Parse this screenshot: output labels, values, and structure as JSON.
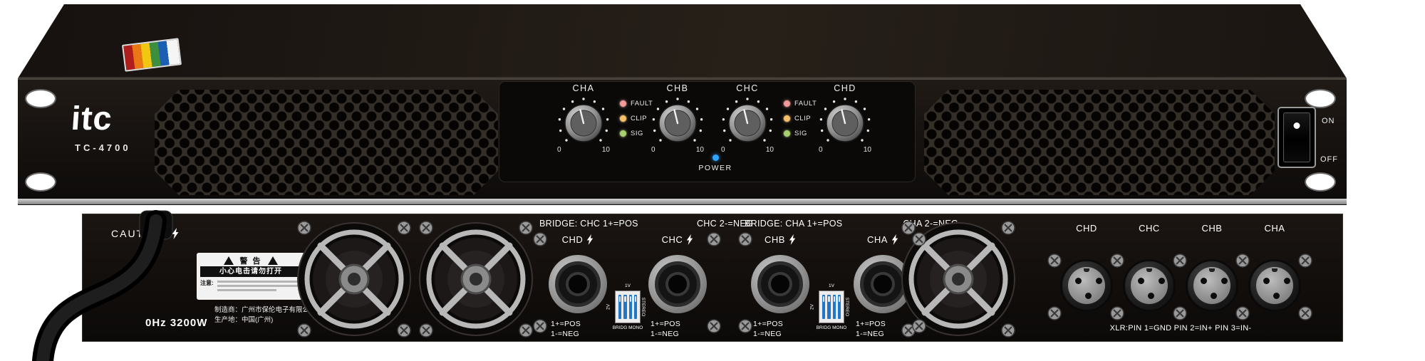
{
  "front": {
    "brand": "itc",
    "model": "TC-4700",
    "channels": [
      "CHA",
      "CHB",
      "CHC",
      "CHD"
    ],
    "scale": {
      "min": "0",
      "max": "10"
    },
    "leds": [
      {
        "label": "FAULT",
        "color": "#f09a9a"
      },
      {
        "label": "CLIP",
        "color": "#f6c06a"
      },
      {
        "label": "SIG",
        "color": "#a9d06f"
      }
    ],
    "power": {
      "label": "POWER",
      "color": "#2da4ff"
    },
    "switch": {
      "on": "ON",
      "off": "OFF"
    }
  },
  "rear": {
    "caution": "CAUTION",
    "warning": {
      "title": "警 告",
      "line1": "小心电击请勿打开",
      "note": "注意:"
    },
    "manufacturer": "制造商：广州市保伦电子有限公司",
    "origin": "生产地：中国(广州)",
    "rating": "0Hz 3200W",
    "bridge_groups": [
      {
        "bridge_label": "BRIDGE: CHC 1+=POS",
        "neg_label": "CHC 2-=NEG",
        "left_channel": "CHD",
        "right_channel": "CHC"
      },
      {
        "bridge_label": "BRIDGE: CHA 1+=POS",
        "neg_label": "CHA 2-=NEG",
        "left_channel": "CHB",
        "right_channel": "CHA"
      }
    ],
    "speakon_pins": [
      "1+=POS",
      "1-=NEG"
    ],
    "dip": {
      "left": "2V",
      "top": "1V",
      "right": "STEREO",
      "bottom": "BRIDG MONO"
    },
    "xlr": {
      "channels": [
        "CHD",
        "CHC",
        "CHB",
        "CHA"
      ],
      "note": "XLR:PIN 1=GND PIN 2=IN+ PIN 3=IN-"
    }
  }
}
